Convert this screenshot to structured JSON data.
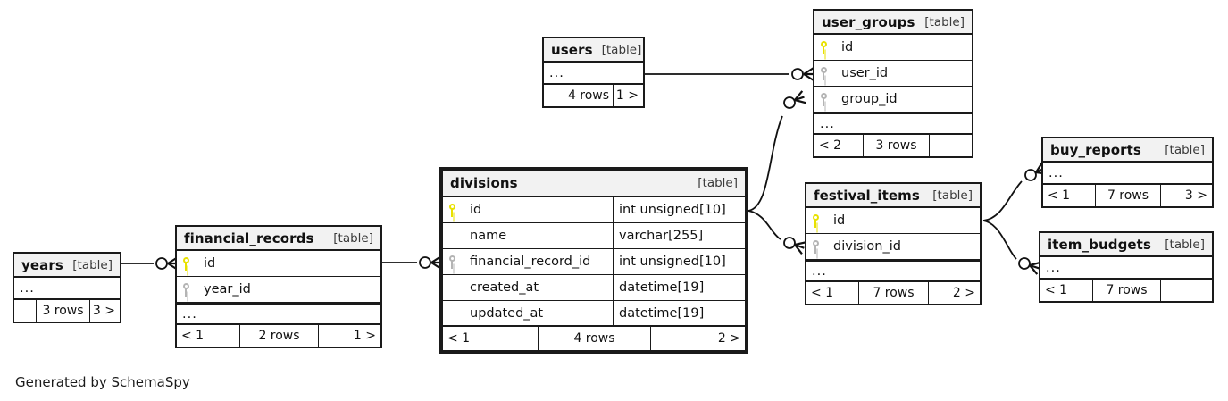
{
  "diagram": {
    "generator_caption": "Generated by SchemaSpy",
    "table_tag": "[table]",
    "ellipsis": "...",
    "colors": {
      "header_bg": "#f2f2f2",
      "border": "#1a1a1a",
      "pk_key": "#e8e100",
      "fk_key": "#b4b4b4"
    }
  },
  "tables": {
    "years": {
      "name": "years",
      "tag": "[table]",
      "dots": "...",
      "footer": {
        "left": "",
        "center": "3 rows",
        "right": "3 >"
      }
    },
    "financial_records": {
      "name": "financial_records",
      "tag": "[table]",
      "columns": [
        {
          "key": "pk",
          "name": "id",
          "type": ""
        },
        {
          "key": "fk",
          "name": "year_id",
          "type": ""
        }
      ],
      "dots": "...",
      "footer": {
        "left": "< 1",
        "center": "2 rows",
        "right": "1 >"
      }
    },
    "divisions": {
      "name": "divisions",
      "tag": "[table]",
      "focal": true,
      "columns": [
        {
          "key": "pk",
          "name": "id",
          "type": "int unsigned[10]"
        },
        {
          "key": "",
          "name": "name",
          "type": "varchar[255]"
        },
        {
          "key": "fk",
          "name": "financial_record_id",
          "type": "int unsigned[10]"
        },
        {
          "key": "",
          "name": "created_at",
          "type": "datetime[19]"
        },
        {
          "key": "",
          "name": "updated_at",
          "type": "datetime[19]"
        }
      ],
      "footer": {
        "left": "< 1",
        "center": "4 rows",
        "right": "2 >"
      }
    },
    "users": {
      "name": "users",
      "tag": "[table]",
      "dots": "...",
      "footer": {
        "left": "",
        "center": "4 rows",
        "right": "1 >"
      }
    },
    "user_groups": {
      "name": "user_groups",
      "tag": "[table]",
      "columns": [
        {
          "key": "pk",
          "name": "id",
          "type": ""
        },
        {
          "key": "fk",
          "name": "user_id",
          "type": ""
        },
        {
          "key": "fk",
          "name": "group_id",
          "type": ""
        }
      ],
      "dots": "...",
      "footer": {
        "left": "< 2",
        "center": "3 rows",
        "right": ""
      }
    },
    "festival_items": {
      "name": "festival_items",
      "tag": "[table]",
      "columns": [
        {
          "key": "pk",
          "name": "id",
          "type": ""
        },
        {
          "key": "fk",
          "name": "division_id",
          "type": ""
        }
      ],
      "dots": "...",
      "footer": {
        "left": "< 1",
        "center": "7 rows",
        "right": "2 >"
      }
    },
    "buy_reports": {
      "name": "buy_reports",
      "tag": "[table]",
      "dots": "...",
      "footer": {
        "left": "< 1",
        "center": "7 rows",
        "right": "3 >"
      }
    },
    "item_budgets": {
      "name": "item_budgets",
      "tag": "[table]",
      "dots": "...",
      "footer": {
        "left": "< 1",
        "center": "7 rows",
        "right": ""
      }
    }
  },
  "relationships": [
    {
      "from": "years",
      "to": "financial_records.year_id"
    },
    {
      "from": "financial_records.id",
      "to": "divisions.financial_record_id"
    },
    {
      "from": "users",
      "to": "user_groups.user_id"
    },
    {
      "from": "divisions.id",
      "to": "user_groups.group_id"
    },
    {
      "from": "divisions.id",
      "to": "festival_items.division_id"
    },
    {
      "from": "festival_items.id",
      "to": "buy_reports"
    },
    {
      "from": "festival_items.id",
      "to": "item_budgets"
    }
  ]
}
